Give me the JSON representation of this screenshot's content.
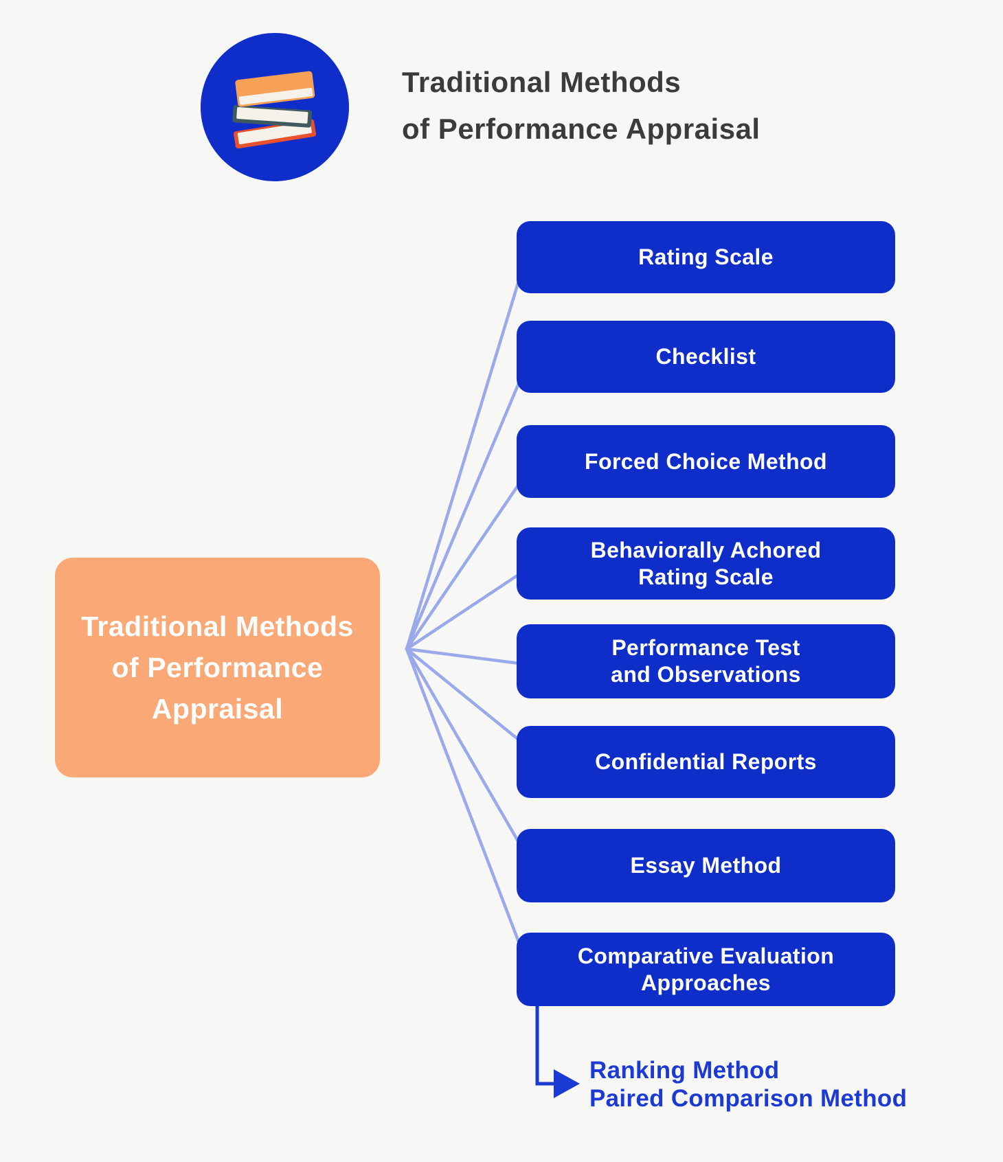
{
  "header": {
    "icon": "books-icon",
    "title_lines": [
      "Traditional Methods",
      "of Performance Appraisal"
    ]
  },
  "root": {
    "label_lines": [
      "Traditional Methods",
      "of Performance",
      "Appraisal"
    ]
  },
  "methods": [
    {
      "id": "rating-scale",
      "lines": [
        "Rating Scale"
      ]
    },
    {
      "id": "checklist",
      "lines": [
        "Checklist"
      ]
    },
    {
      "id": "forced-choice-method",
      "lines": [
        "Forced Choice Method"
      ]
    },
    {
      "id": "behaviorally-achored-rating-scale",
      "lines": [
        "Behaviorally Achored",
        "Rating Scale"
      ]
    },
    {
      "id": "performance-test-and-observations",
      "lines": [
        "Performance Test",
        "and Observations"
      ]
    },
    {
      "id": "confidential-reports",
      "lines": [
        "Confidential Reports"
      ]
    },
    {
      "id": "essay-method",
      "lines": [
        "Essay Method"
      ]
    },
    {
      "id": "comparative-evaluation-approaches",
      "lines": [
        "Comparative Evaluation",
        "Approaches"
      ]
    }
  ],
  "annotation": {
    "lines": [
      "Ranking Method",
      "Paired Comparison Method"
    ]
  },
  "colors": {
    "bg": "#F7F7F5",
    "box-blue": "#0F2DC9",
    "accent-orange": "#F9A876",
    "line-light": "#9AA9E9",
    "arrow-blue": "#1B3AD3",
    "title-dark": "#3B3B3C",
    "book-orange": "#F6A156",
    "book-red": "#E8512D",
    "book-dark": "#3E5A60",
    "book-pages": "#F5F2EB"
  }
}
